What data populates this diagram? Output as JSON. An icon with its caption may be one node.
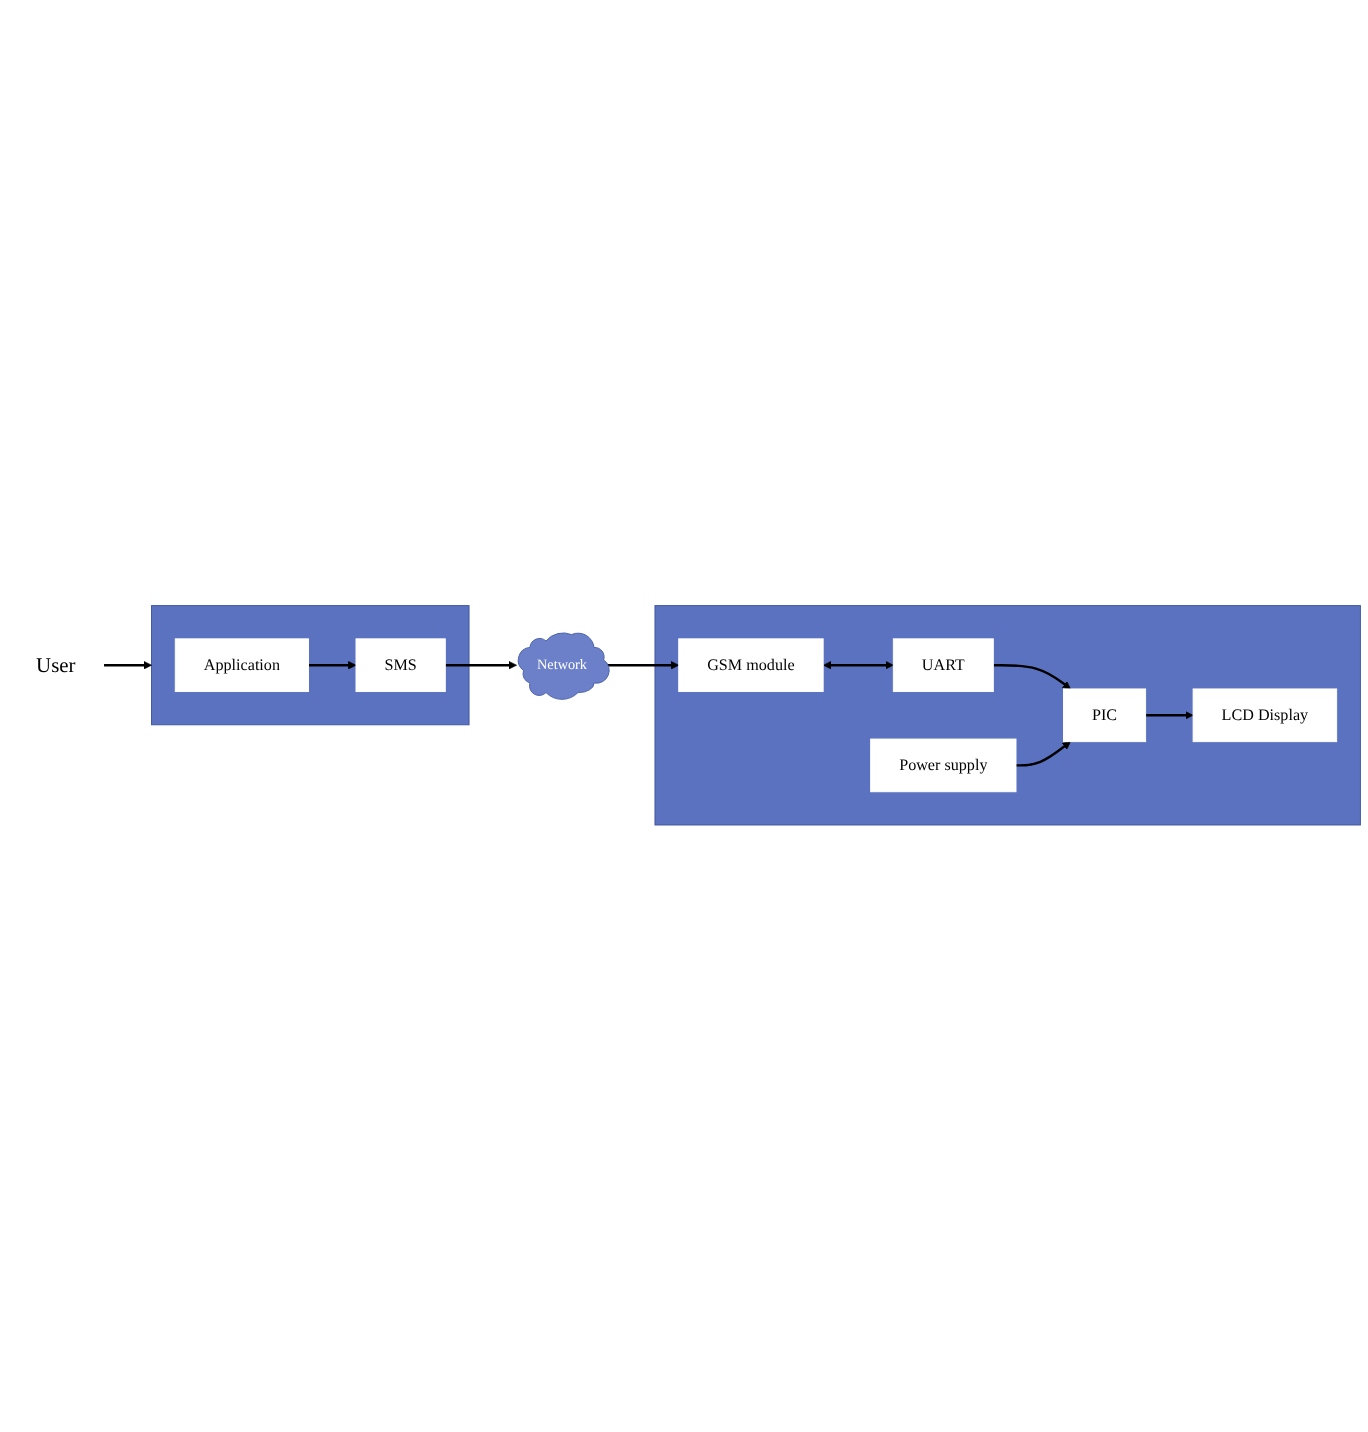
{
  "diagram": {
    "nodes": [
      {
        "text": [
          "User"
        ]
      },
      {
        "text": [],
        "shape": "box"
      },
      {
        "text": [
          "Application"
        ],
        "in": 1
      },
      {
        "text": [
          "SMS"
        ],
        "in": 1
      },
      {
        "text": [
          "Network"
        ]
      },
      {
        "text": [],
        "shape": "box"
      },
      {
        "text": [
          "GSM module"
        ],
        "in": 5
      },
      {
        "text": [
          "UART"
        ],
        "in": 5
      },
      {
        "text": [
          "Power supply"
        ],
        "in": 5
      },
      {
        "text": [
          "PIC"
        ],
        "in": 5
      },
      {
        "text": [
          "LCD Display"
        ],
        "in": 5
      }
    ],
    "edges": [
      {
        "from": 0,
        "to": 1,
        "arrow": "to"
      },
      {
        "from": 2,
        "to": 3,
        "arrow": "to"
      },
      {
        "from": 3,
        "to": 4,
        "arrow": "to"
      },
      {
        "from": 4,
        "to": 6,
        "arrow": "to"
      },
      {
        "from": 6,
        "to": 7,
        "arrow": "both"
      },
      {
        "from": 7,
        "to": 9,
        "arrow": "to"
      },
      {
        "from": 8,
        "to": 9,
        "arrow": "to"
      },
      {
        "from": 9,
        "to": 10,
        "arrow": "to"
      }
    ]
  }
}
